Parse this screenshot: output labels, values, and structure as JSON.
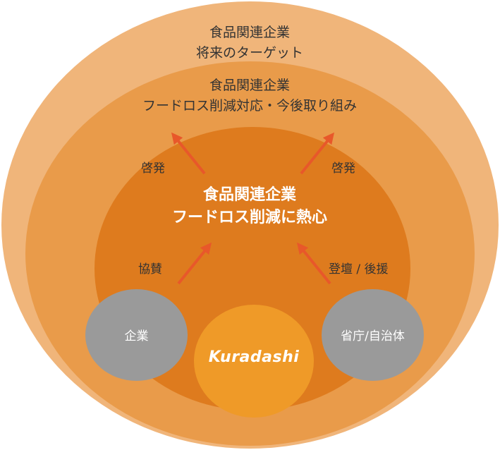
{
  "outer_ring": {
    "line1": "食品関連企業",
    "line2": "将来のターゲット"
  },
  "middle_ring": {
    "line1": "食品関連企業",
    "line2": "フードロス削減対応・今後取り組み"
  },
  "inner_circle": {
    "line1": "食品関連企業",
    "line2": "フードロス削減に熱心"
  },
  "arrow_labels": {
    "upper_left": "啓発",
    "upper_right": "啓発",
    "lower_left": "協賛",
    "lower_right": "登壇 / 後援"
  },
  "circles": {
    "left": "企業",
    "center_logo": "Kuradashi",
    "right": "省庁/自治体"
  },
  "colors": {
    "outer": "#f0b57a",
    "middle": "#e99b4a",
    "inner": "#de7b1e",
    "kuradashi": "#ef9a28",
    "gray": "#9a9a9a",
    "arrow": "#e8582a"
  }
}
